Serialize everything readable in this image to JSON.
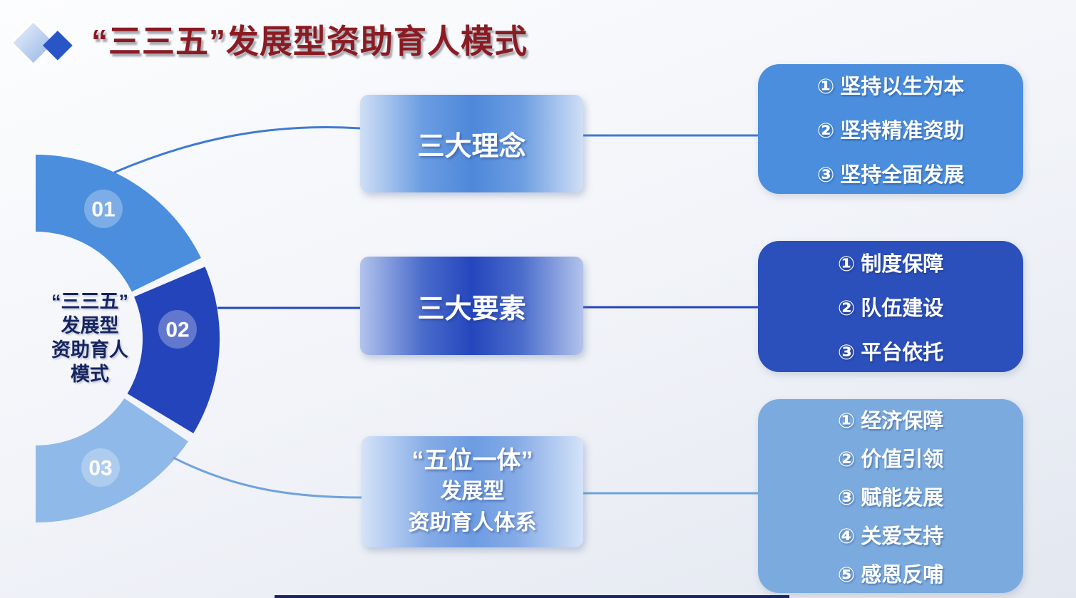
{
  "slide": {
    "title": "“三三五”发展型资助育人模式"
  },
  "donut": {
    "center_lines": [
      "“三三五”",
      "发展型",
      "资助育人",
      "模式"
    ],
    "segments": [
      {
        "number": "01",
        "color": "#4a8edd"
      },
      {
        "number": "02",
        "color": "#2444bc"
      },
      {
        "number": "03",
        "color": "#8fb9e8"
      }
    ]
  },
  "middle_boxes": [
    {
      "lines": [
        "三大理念"
      ]
    },
    {
      "lines": [
        "三大要素"
      ]
    },
    {
      "lines": [
        "“五位一体”",
        "发展型",
        "资助育人体系"
      ]
    }
  ],
  "right_boxes": [
    {
      "color": "#4a8edd",
      "items": [
        "① 坚持以生为本",
        "② 坚持精准资助",
        "③ 坚持全面发展"
      ]
    },
    {
      "color": "#2b4fbb",
      "items": [
        "① 制度保障",
        "② 队伍建设",
        "③ 平台依托"
      ]
    },
    {
      "color": "#7aaade",
      "items": [
        "① 经济保障",
        "② 价值引领",
        "③ 赋能发展",
        "④ 关爱支持",
        "⑤ 感恩反哺"
      ]
    }
  ],
  "colors": {
    "title": "#8b1b22",
    "center_text": "#16255e",
    "background_start": "#fcfdfe",
    "background_end": "#e3e7f0",
    "bottom_line": "#18275f"
  }
}
